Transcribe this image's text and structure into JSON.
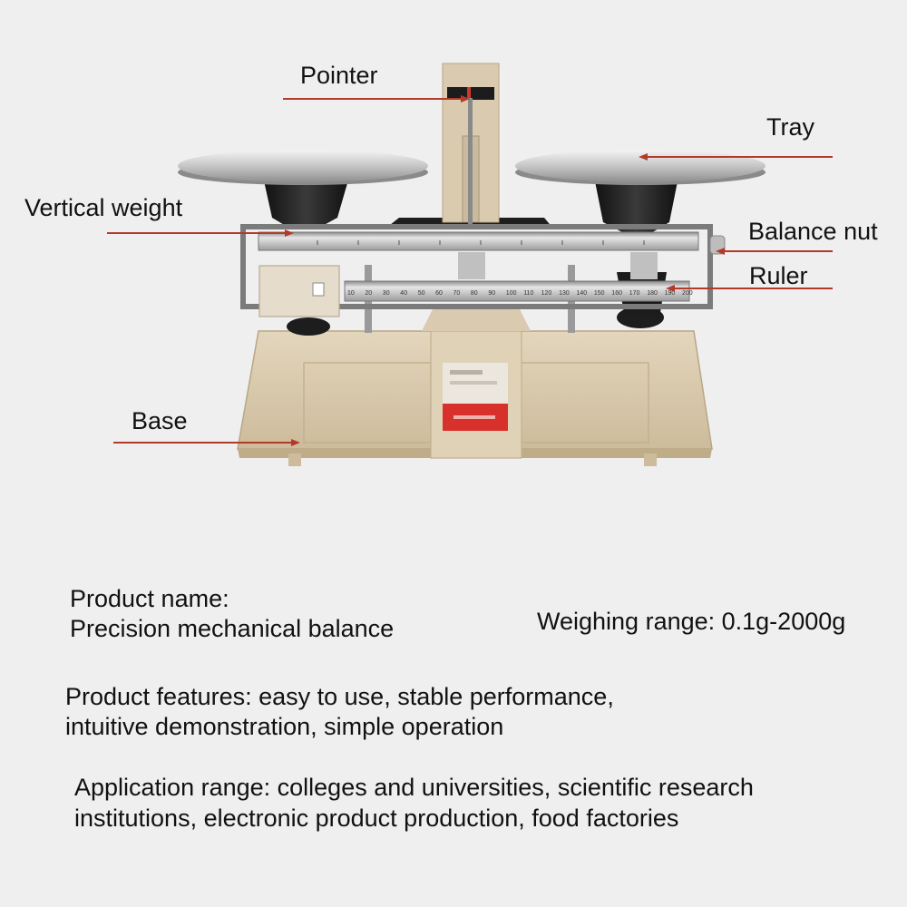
{
  "callouts": {
    "pointer": "Pointer",
    "tray": "Tray",
    "vertical_weight": "Vertical weight",
    "balance_nut": "Balance nut",
    "ruler": "Ruler",
    "base": "Base"
  },
  "product_name": {
    "line1": "Product name:",
    "line2": "Precision mechanical balance"
  },
  "weighing_range": "Weighing range: 0.1g-2000g",
  "features": {
    "line1": "Product features: easy to use, stable performance,",
    "line2": "intuitive demonstration, simple operation"
  },
  "application": {
    "line1": "Application range: colleges and universities, scientific research",
    "line2": "institutions, electronic product production, food factories"
  },
  "ruler_ticks": [
    "10",
    "20",
    "30",
    "40",
    "50",
    "60",
    "70",
    "80",
    "90",
    "100",
    "110",
    "120",
    "130",
    "140",
    "150",
    "160",
    "170",
    "180",
    "190",
    "200"
  ],
  "colors": {
    "arrow": "#b23a2a",
    "base": "#d8c8ac",
    "tray": "#c9c9c9",
    "cup": "#1b1b1b",
    "sticker_red": "#d8312c"
  }
}
